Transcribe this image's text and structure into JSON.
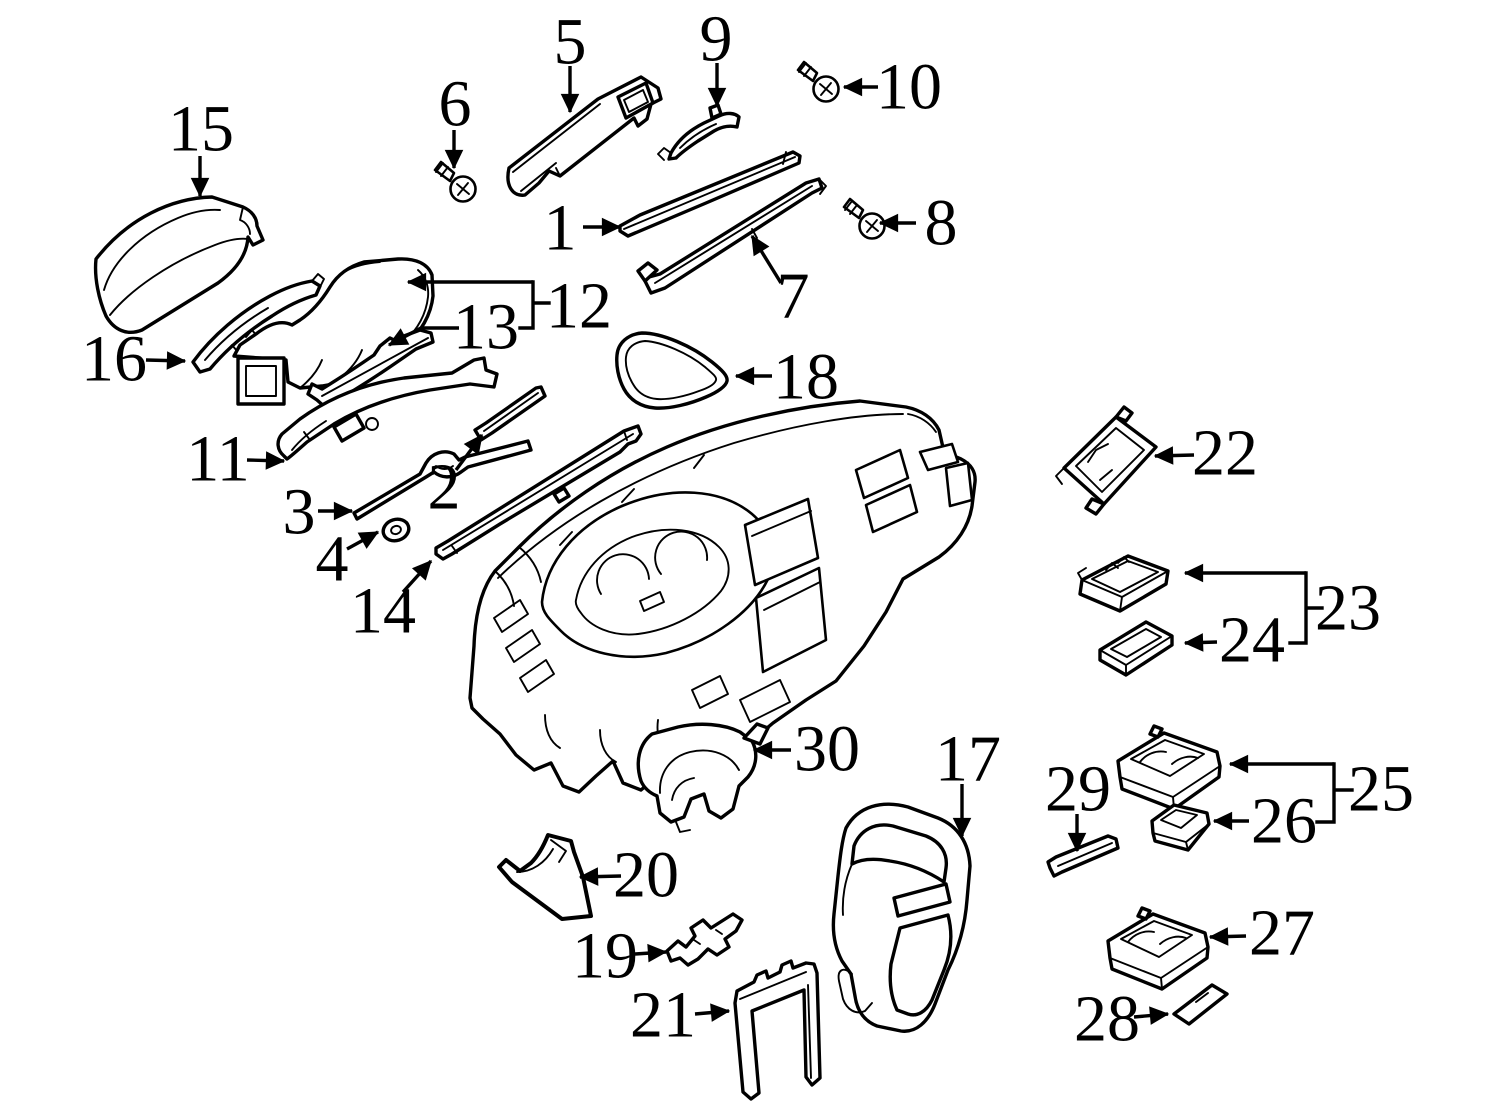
{
  "diagram": {
    "background_color": "#ffffff",
    "line_color": "#000000",
    "highlight_color": "#a7d9f2",
    "highlighted_callout": "20",
    "callouts": {
      "c1": {
        "label": "1"
      },
      "c2": {
        "label": "2"
      },
      "c3": {
        "label": "3"
      },
      "c4": {
        "label": "4"
      },
      "c5": {
        "label": "5"
      },
      "c6": {
        "label": "6"
      },
      "c7": {
        "label": "7"
      },
      "c8": {
        "label": "8"
      },
      "c9": {
        "label": "9"
      },
      "c10": {
        "label": "10"
      },
      "c11": {
        "label": "11"
      },
      "c12": {
        "label": "12"
      },
      "c13": {
        "label": "13"
      },
      "c14": {
        "label": "14"
      },
      "c15": {
        "label": "15"
      },
      "c16": {
        "label": "16"
      },
      "c17": {
        "label": "17"
      },
      "c18": {
        "label": "18"
      },
      "c19": {
        "label": "19"
      },
      "c20": {
        "label": "20"
      },
      "c21": {
        "label": "21"
      },
      "c22": {
        "label": "22"
      },
      "c23": {
        "label": "23"
      },
      "c24": {
        "label": "24"
      },
      "c25": {
        "label": "25"
      },
      "c26": {
        "label": "26"
      },
      "c27": {
        "label": "27"
      },
      "c28": {
        "label": "28"
      },
      "c29": {
        "label": "29"
      },
      "c30": {
        "label": "30"
      }
    }
  }
}
